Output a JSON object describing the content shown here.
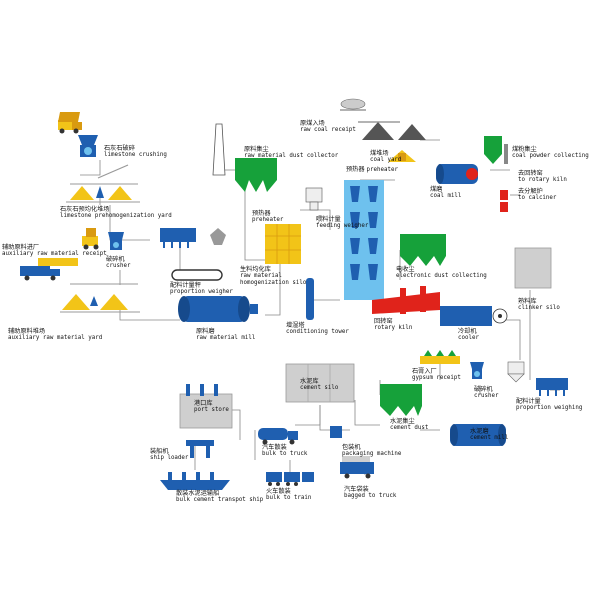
{
  "labels": {
    "limestone_crushing": {
      "zh": "石灰石破碎",
      "en": "limestone crushing"
    },
    "limestone_yard": {
      "zh": "石灰石预均化堆场",
      "en": "limestone prehomogenization yard"
    },
    "aux_receipt": {
      "zh": "辅助原料进厂",
      "en": "auxiliary raw material receipt"
    },
    "crusher_left": {
      "zh": "破碎机",
      "en": "crusher"
    },
    "aux_yard": {
      "zh": "辅助原料堆场",
      "en": "auxiliary raw material yard"
    },
    "proportion_weigher": {
      "zh": "配料计量秤",
      "en": "proportion weigher"
    },
    "raw_mill": {
      "zh": "原料磨",
      "en": "raw material mill"
    },
    "raw_dust_collector": {
      "zh": "原料集尘",
      "en": "raw material dust collector"
    },
    "preheater_small": {
      "zh": "预热器",
      "en": "preheater"
    },
    "feeding_weigher": {
      "zh": "喂料计量",
      "en": "feeding weigher"
    },
    "homogenization_silo": {
      "zh": "生料均化库",
      "en": "raw material homogenization silo"
    },
    "conditioning_tower": {
      "zh": "增湿塔",
      "en": "conditioning tower"
    },
    "coal_receipt": {
      "zh": "原煤入场",
      "en": "raw coal receipt"
    },
    "coal_yard": {
      "zh": "煤堆场",
      "en": "coal yard"
    },
    "coal_mill": {
      "zh": "煤磨",
      "en": "coal mill"
    },
    "coal_powder": {
      "zh": "煤粉集尘",
      "en": "coal powder collecting"
    },
    "to_rotary_kiln": {
      "zh": "去回转窑",
      "en": "to rotary kiln"
    },
    "to_calciner": {
      "zh": "去分解炉",
      "en": "to calciner"
    },
    "preheater_main": {
      "zh": "预热器",
      "en": "preheater"
    },
    "electronic_dust": {
      "zh": "电收尘",
      "en": "electronic dust collecting"
    },
    "rotary_kiln": {
      "zh": "回转窑",
      "en": "rotary kiln"
    },
    "cooler": {
      "zh": "冷却机",
      "en": "cooler"
    },
    "clinker_silo": {
      "zh": "熟料库",
      "en": "clinker silo"
    },
    "gypsum_receipt": {
      "zh": "石膏入厂",
      "en": "gypsum receipt"
    },
    "crusher_right": {
      "zh": "破碎机",
      "en": "crusher"
    },
    "proportion_weighing": {
      "zh": "配料计量",
      "en": "proportion weighing"
    },
    "cement_dust": {
      "zh": "水泥集尘",
      "en": "cement dust"
    },
    "cement_mill": {
      "zh": "水泥磨",
      "en": "cement mill"
    },
    "cement_silo": {
      "zh": "水泥库",
      "en": "cement silo"
    },
    "port_store": {
      "zh": "港口库",
      "en": "port store"
    },
    "ship_loader": {
      "zh": "装船机",
      "en": "ship loader"
    },
    "bulk_to_truck": {
      "zh": "汽车散装",
      "en": "bulk to truck"
    },
    "packaging_machine": {
      "zh": "包装机",
      "en": "packaging machine"
    },
    "bulk_cement_ship": {
      "zh": "散装水泥运输船",
      "en": "bulk cement transpot ship"
    },
    "bulk_to_train": {
      "zh": "火车散装",
      "en": "bulk to train"
    },
    "bagged_to_truck": {
      "zh": "汽车袋装",
      "en": "bagged to truck"
    }
  },
  "colors": {
    "blue": "#1f5fb0",
    "green": "#16a13a",
    "yellow": "#f2c418",
    "light_blue": "#6ec1ee",
    "red": "#e0231b",
    "grey": "#cfcfcf",
    "line": "#777777"
  }
}
